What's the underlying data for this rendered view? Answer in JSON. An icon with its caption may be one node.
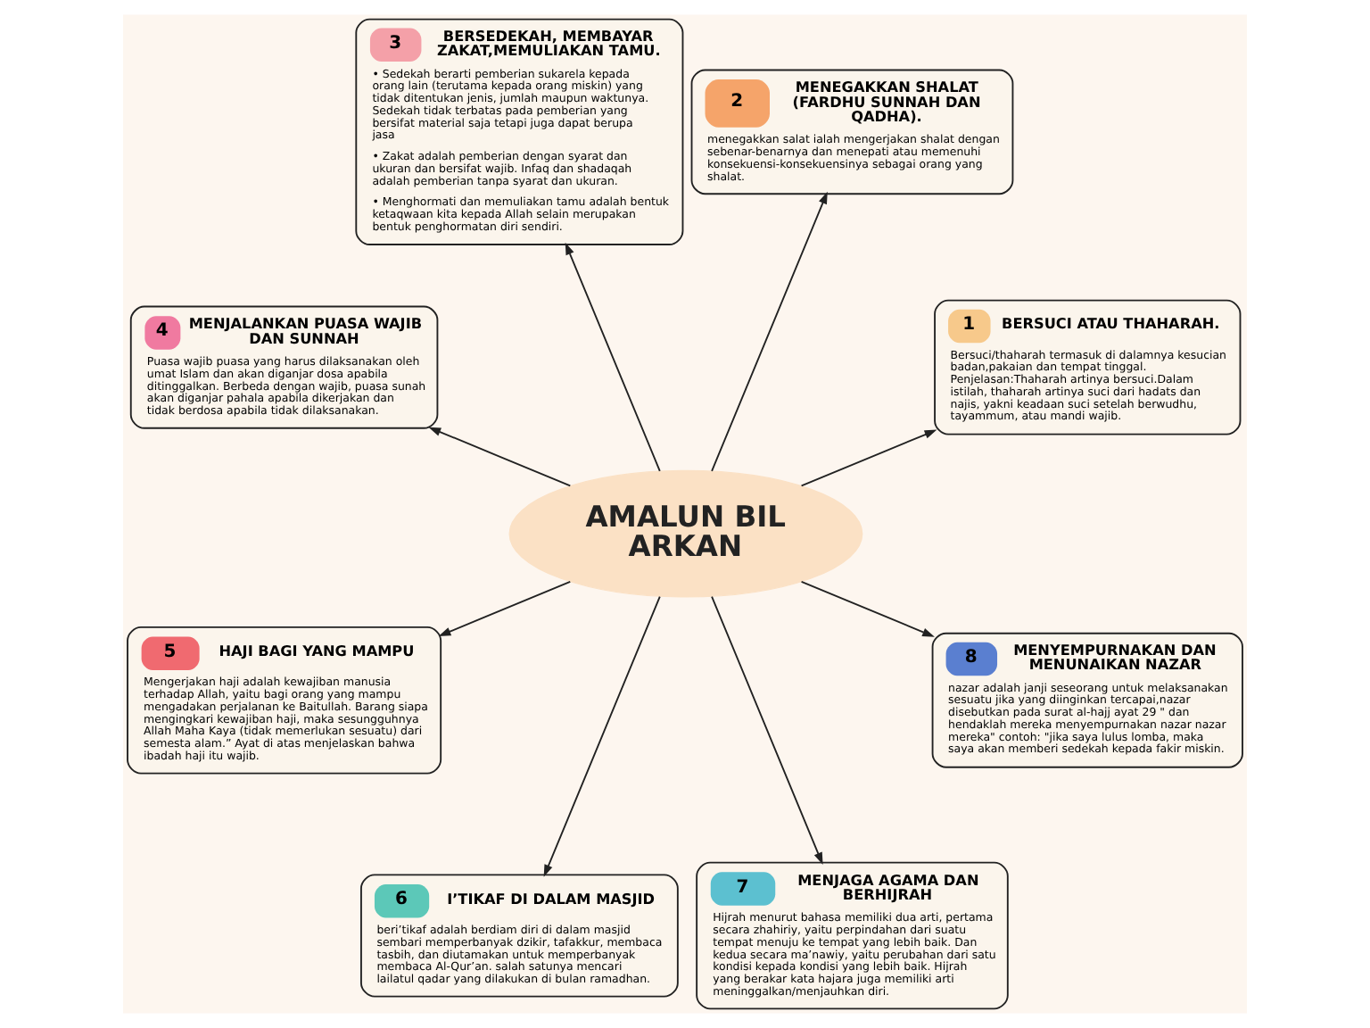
{
  "diagram": {
    "nodes": [
      {
        "text": [
          "1",
          "BERSUCI ATAU THAHARAH.",
          "Bersuci/thaharah termasuk di dalamnya kesucian badan,pakaian dan tempat tinggal. Penjelasan:Thaharah artinya bersuci.Dalam istilah, thaharah artinya suci dari hadats dan najis, yakni keadaan suci setelah berwudhu, tayammum, atau mandi wajib."
        ]
      },
      {
        "text": [
          "2",
          "MENEGAKKAN SHALAT (FARDHU SUNNAH DAN QADHA).",
          "menegakkan salat ialah mengerjakan shalat dengan sebenar-benarnya dan menepati atau memenuhi konsekuensi-konsekuensinya sebagai orang yang shalat."
        ]
      },
      {
        "text": [
          "3",
          "BERSEDEKAH, MEMBAYAR ZAKAT,MEMULIAKAN TAMU.",
          "• Sedekah berarti pemberian sukarela kepada orang lain (terutama kepada orang miskin) yang tidak ditentukan jenis, jumlah maupun waktunya. Sedekah tidak terbatas pada pemberian yang bersifat material saja tetapi juga dapat berupa jasa",
          "• Zakat adalah pemberian dengan syarat dan ukuran dan bersifat wajib. Infaq dan shadaqah adalah pemberian tanpa syarat dan ukuran.",
          "• Menghormati dan memuliakan tamu adalah bentuk ketaqwaan kita kepada Allah selain merupakan bentuk penghormatan diri sendiri."
        ]
      },
      {
        "text": [
          "4",
          "MENJALANKAN PUASA WAJIB DAN SUNNAH",
          "Puasa wajib puasa yang harus dilaksanakan oleh umat Islam dan akan diganjar dosa apabila ditinggalkan. Berbeda dengan wajib, puasa sunah akan diganjar pahala apabila dikerjakan dan tidak berdosa apabila tidak dilaksanakan."
        ]
      },
      {
        "text": [
          "AMALUN BIL ARKAN"
        ]
      },
      {
        "text": [
          "5",
          "HAJI BAGI YANG MAMPU",
          "Mengerjakan haji adalah kewajiban manusia terhadap Allah, yaitu bagi orang yang mampu mengadakan perjalanan ke Baitullah. Barang siapa mengingkari kewajiban haji, maka sesungguhnya Allah Maha Kaya (tidak memerlukan sesuatu) dari semesta alam.” Ayat di atas menjelaskan bahwa ibadah haji itu wajib."
        ]
      },
      {
        "text": [
          "6",
          "I’TIKAF DI DALAM MASJID",
          "beri’tikaf adalah berdiam diri di dalam masjid sembari memperbanyak dzikir, tafakkur, membaca tasbih, dan diutamakan untuk memperbanyak membaca Al-Qur’an. salah satunya mencari lailatul qadar yang dilakukan di bulan ramadhan."
        ]
      },
      {
        "text": [
          "7",
          "MENJAGA AGAMA DAN BERHIJRAH",
          "Hijrah menurut bahasa memiliki dua arti, pertama secara zhahiriy, yaitu perpindahan dari suatu tempat menuju ke tempat yang lebih baik. Dan kedua secara ma’nawiy, yaitu perubahan dari satu kondisi kepada kondisi yang lebih baik. Hijrah yang berakar kata hajara juga memiliki arti meninggalkan/menjauhkan diri."
        ]
      },
      {
        "text": [
          "8",
          "MENYEMPURNAKAN DAN MENUNAIKAN NAZAR",
          "nazar adalah janji seseorang untuk melaksanakan sesuatu jika yang diinginkan tercapai,nazar disebutkan pada surat al-hajj ayat 29 \" dan hendaklah mereka menyempurnakan nazar nazar mereka\" contoh: \"jika saya lulus lomba, maka saya akan memberi sedekah kepada fakir miskin."
        ]
      }
    ],
    "edges": [
      {
        "from": 4,
        "to": 0,
        "arrow": "to"
      },
      {
        "from": 4,
        "to": 1,
        "arrow": "to"
      },
      {
        "from": 4,
        "to": 2,
        "arrow": "to"
      },
      {
        "from": 4,
        "to": 3,
        "arrow": "to"
      },
      {
        "from": 4,
        "to": 5,
        "arrow": "to"
      },
      {
        "from": 4,
        "to": 6,
        "arrow": "to"
      },
      {
        "from": 4,
        "to": 7,
        "arrow": "to"
      },
      {
        "from": 4,
        "to": 8,
        "arrow": "to"
      }
    ]
  }
}
